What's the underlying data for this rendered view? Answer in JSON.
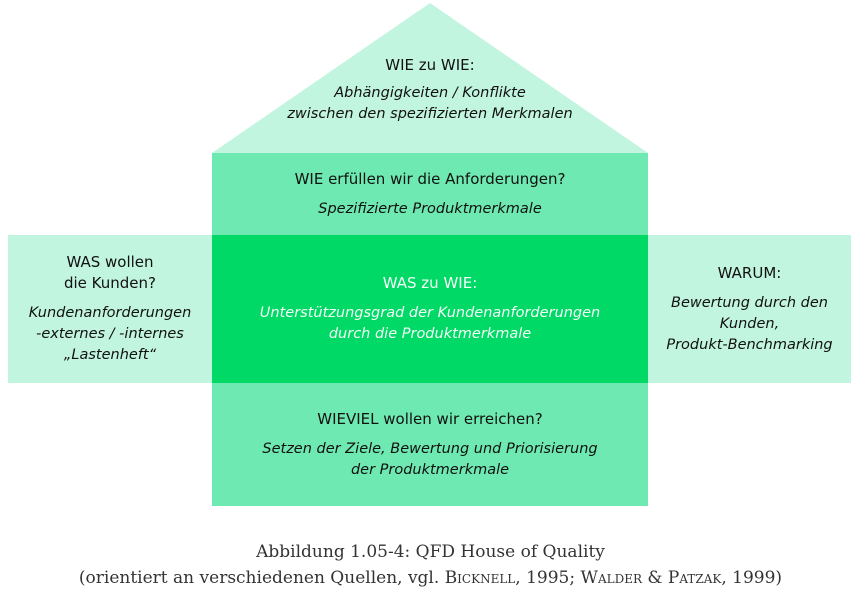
{
  "colors": {
    "light": "#c2f5df",
    "medium": "#6ee9b1",
    "dark": "#00d966"
  },
  "roof": {
    "title": "WIE zu WIE:",
    "lines": [
      "Abhängigkeiten / Konflikte",
      "zwischen den spezifizierten Merkmalen"
    ]
  },
  "ceiling": {
    "title": "WIE erfüllen wir die Anforderungen?",
    "subtitle": "Spezifizierte Produktmerkmale"
  },
  "left": {
    "title_lines": [
      "WAS wollen",
      "die Kunden?"
    ],
    "lines": [
      "Kundenanforderungen",
      "-externes / -internes",
      "„Lastenheft“"
    ]
  },
  "center": {
    "title": "WAS zu WIE:",
    "lines": [
      "Unterstützungsgrad der Kundenanforderungen",
      "durch die Produktmerkmale"
    ]
  },
  "right": {
    "title": "WARUM:",
    "lines": [
      "Bewertung durch den",
      "Kunden,",
      "Produkt-Benchmarking"
    ]
  },
  "bottom": {
    "title": "WIEVIEL wollen wir erreichen?",
    "lines": [
      "Setzen der Ziele, Bewertung und Priorisierung",
      "der Produktmerkmale"
    ]
  },
  "caption": {
    "line1": "Abbildung 1.05-4: QFD House of Quality",
    "line2_a": "(orientiert an verschiedenen Quellen, vgl. ",
    "author1": "Bicknell",
    "line2_b": ", 1995; ",
    "author2": "Walder & Patzak",
    "line2_c": ", 1999)"
  }
}
